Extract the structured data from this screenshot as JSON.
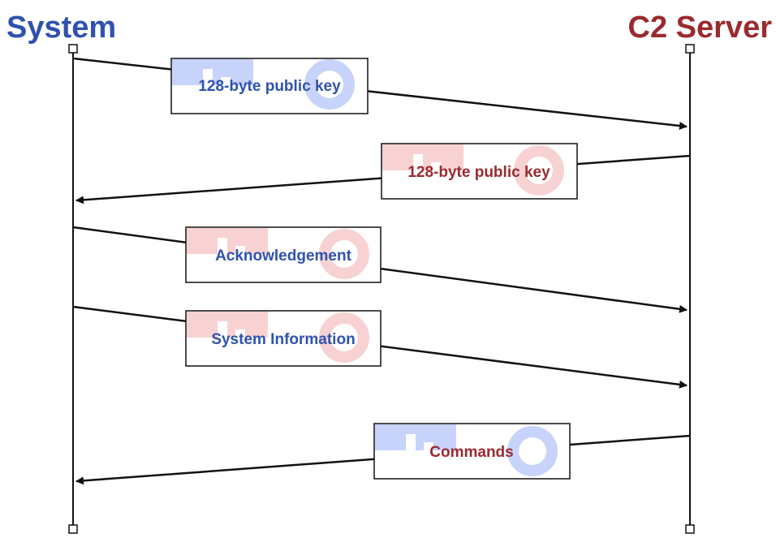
{
  "colors": {
    "system": "#2f52b0",
    "server": "#9a2a2e",
    "blue_key_tint": "#c7d3fb",
    "red_key_tint": "#f8d2d2",
    "line": "#111111"
  },
  "parties": {
    "system": {
      "label": "System"
    },
    "server": {
      "label": "C2 Server"
    }
  },
  "messages": [
    {
      "label": "128-byte public key",
      "direction": "to-server",
      "label_color": "system",
      "key_icon": "blue-key-icon"
    },
    {
      "label": "128-byte public key",
      "direction": "to-system",
      "label_color": "server",
      "key_icon": "red-key-icon"
    },
    {
      "label": "Acknowledgement",
      "direction": "to-server",
      "label_color": "system",
      "key_icon": "red-key-icon"
    },
    {
      "label": "System Information",
      "direction": "to-server",
      "label_color": "system",
      "key_icon": "red-key-icon"
    },
    {
      "label": "Commands",
      "direction": "to-system",
      "label_color": "server",
      "key_icon": "blue-key-icon"
    }
  ]
}
